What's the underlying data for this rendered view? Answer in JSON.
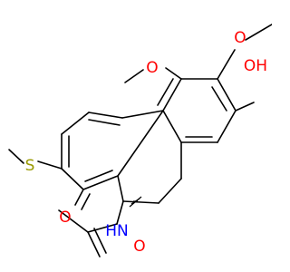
{
  "colors": {
    "bond": "#000000",
    "carbon": "#000000",
    "oxygen": "#ff0000",
    "nitrogen": "#0000ff",
    "sulfur": "#999900",
    "background": "#ffffff"
  },
  "atoms": {
    "hydroxyl": "OH",
    "methoxy_upper": "O",
    "methoxy_lower": "O",
    "thioether": "S",
    "ketone": "O",
    "amide_nitrogen": "HN",
    "amide_oxygen": "O"
  }
}
